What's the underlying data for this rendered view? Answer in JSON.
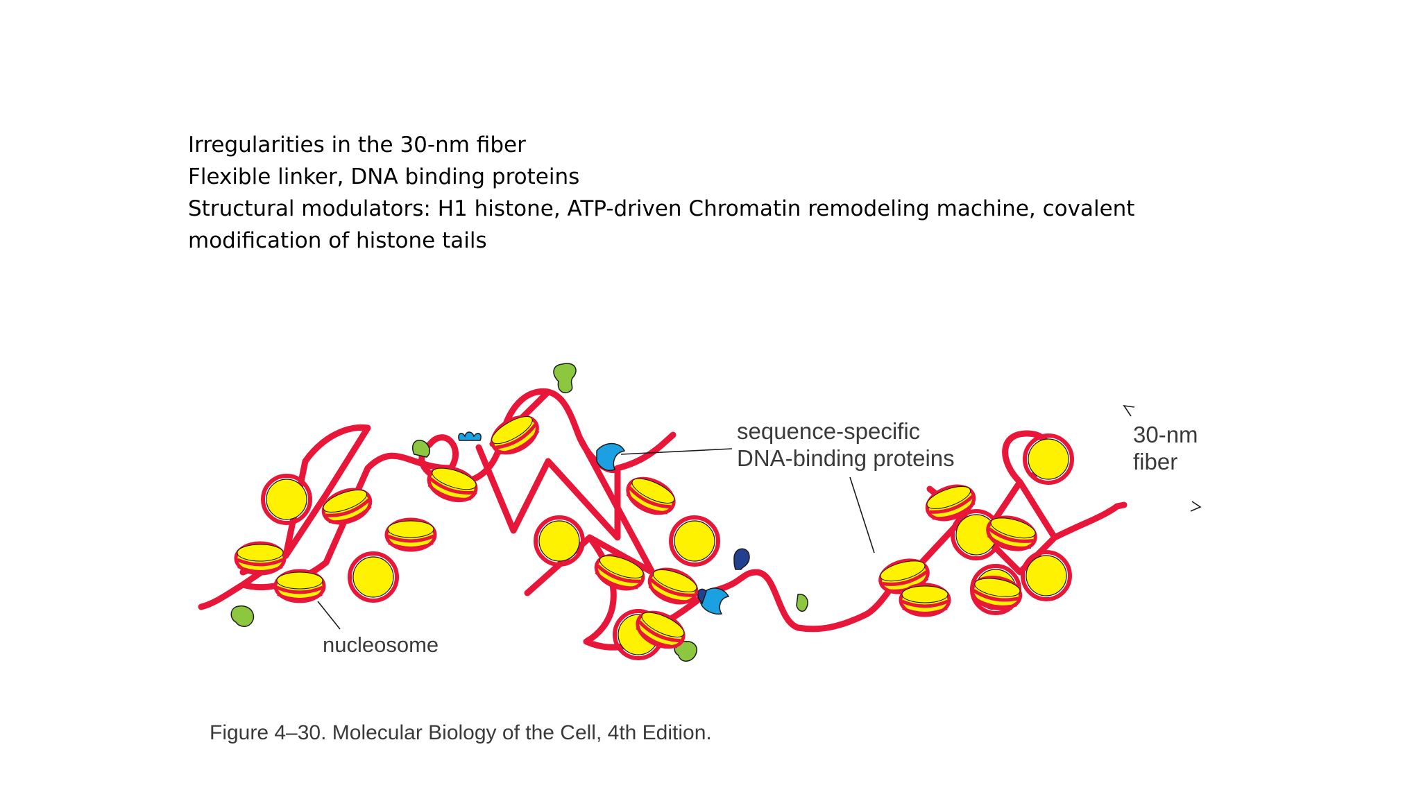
{
  "slide": {
    "lines": [
      "Irregularities in the 30-nm fiber",
      "Flexible linker, DNA binding proteins",
      "Structural modulators: H1 histone, ATP-driven Chromatin remodeling machine, covalent",
      "modification of histone tails"
    ]
  },
  "figure": {
    "labels": {
      "seq_line1": "sequence-specific",
      "seq_line2": "DNA-binding proteins",
      "fiber_line1": "30-nm",
      "fiber_line2": "fiber",
      "nucleosome": "nucleosome"
    },
    "caption": "Figure 4–30. Molecular Biology of the Cell, 4th Edition.",
    "colors": {
      "dna": "#e8173a",
      "histone": "#fff200",
      "protein_blue": "#1ba1e2",
      "protein_navy": "#23408e",
      "protein_green": "#8dc63f",
      "text": "#3a3a3a"
    }
  }
}
